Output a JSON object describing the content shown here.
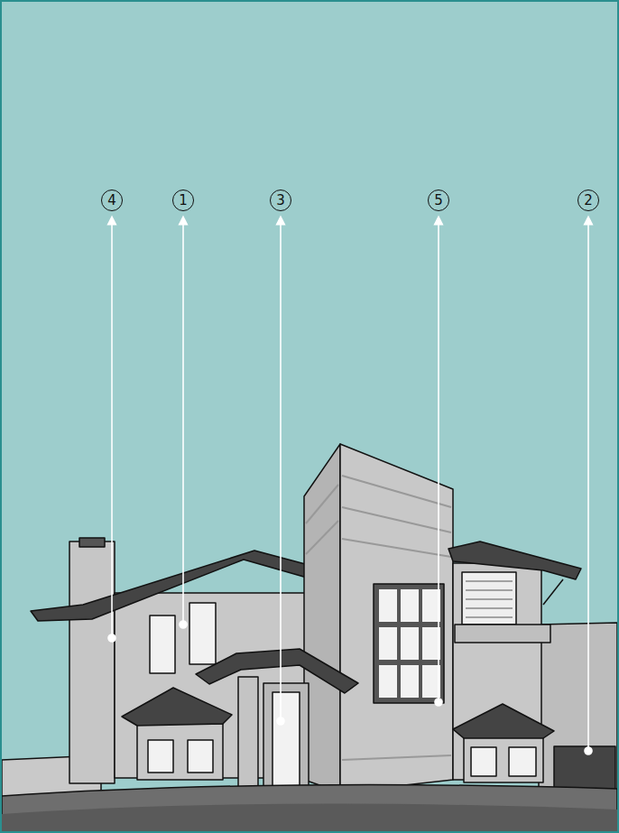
{
  "diagram": {
    "labels": [
      "4",
      "1",
      "3",
      "5",
      "2"
    ]
  }
}
